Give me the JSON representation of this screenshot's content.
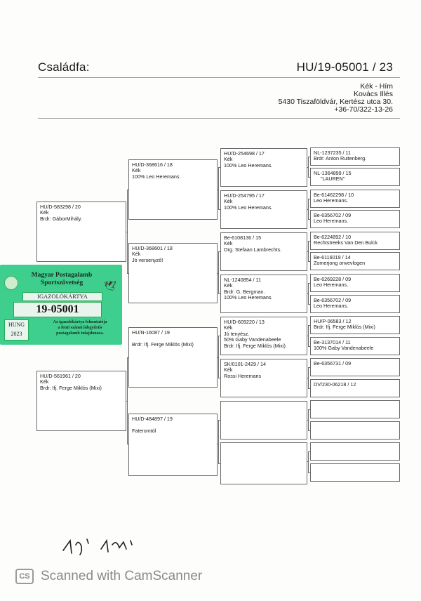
{
  "header": {
    "title": "Családfa:",
    "ring": "HU/19-05001 / 23"
  },
  "owner": {
    "line1": "Kék - Hím",
    "line2": "Kovács Illés",
    "line3": "5430 Tiszaföldvár, Kertész utca 30.",
    "line4": "+36-70/322-13-26"
  },
  "gen1": [
    {
      "lines": [
        "HU/D-583298 / 20",
        "Kék",
        "Brdr: GáborMihály."
      ]
    },
    {
      "lines": [
        "HU/D-561961 / 20",
        "Kék",
        "Brdr: Ifj. Ferge Miklós (Mixi)"
      ]
    }
  ],
  "gen2": [
    {
      "lines": [
        "HU/D-368616 / 18",
        "Kék",
        "100% Leo Heremans."
      ]
    },
    {
      "lines": [
        "HU/D-368601 / 18",
        "Kék",
        "Jó versenyző!"
      ]
    },
    {
      "lines": [
        "HU/N-16087 / 19",
        "",
        "Brdr: Ifj. Ferge Miklós (Mixi)"
      ]
    },
    {
      "lines": [
        "HU/D-484897 / 19",
        "",
        "Fateromtól"
      ]
    }
  ],
  "gen3": [
    {
      "lines": [
        "HU/D-254698 / 17",
        "Kék",
        "100% Leo Heremans."
      ]
    },
    {
      "lines": [
        "HU/D-254795 / 17",
        "Kék",
        "100% Leo Heremans."
      ]
    },
    {
      "lines": [
        "Be-6108136 / 15",
        "Kék",
        "Org. Stefaan Lambrechts."
      ]
    },
    {
      "lines": [
        "NL-1240854 / 11",
        "Kék",
        "Brdr: G. Bergman.",
        "100% Leo Heremans."
      ]
    },
    {
      "lines": [
        "HU/D-609220 / 13",
        "Kék",
        "Jó tenyész.",
        "50% Gaby Vandenabeele",
        "Brdr: Ifj. Ferge Miklós (Mixi)"
      ]
    },
    {
      "lines": [
        "SK/0101-2429 / 14",
        "Kék",
        "Rossi Heremans"
      ]
    },
    {
      "lines": []
    },
    {
      "lines": []
    }
  ],
  "gen4": [
    {
      "lines": [
        "NL-1237235 / 11",
        "Brdr: Anton Ruitenberg."
      ]
    },
    {
      "lines": [
        "NL-1364899 / 15",
        "\"LAUREN\""
      ]
    },
    {
      "lines": [
        "Be-61462298 / 10",
        "Leo Heremans."
      ]
    },
    {
      "lines": [
        "Be-6356702 / 09",
        "Leo Heremans."
      ]
    },
    {
      "lines": [
        "Be-6224892 / 10",
        "Rechtstreeks Van Den Bulck"
      ]
    },
    {
      "lines": [
        "Be-6116019 / 14",
        "Zomerjong onvevlogen"
      ]
    },
    {
      "lines": [
        "Be-6269228 / 09",
        "Leo Heremans."
      ]
    },
    {
      "lines": [
        "Be-6356702 / 09",
        "Leo Heremans."
      ]
    },
    {
      "lines": [
        "HU/P-06583 / 12",
        "Brdr: Ifj. Ferge Miklós (Mixi)"
      ]
    },
    {
      "lines": [
        "Be-3137014 / 11",
        "100% Gaby Vandenabeele"
      ]
    },
    {
      "lines": [
        "Be-6356731 / 09"
      ]
    },
    {
      "lines": [
        "DV/230-06218 / 12"
      ]
    },
    {
      "lines": []
    },
    {
      "lines": []
    },
    {
      "lines": []
    },
    {
      "lines": []
    }
  ],
  "card": {
    "title1": "Magyar Postagalamb",
    "title2": "Sportszövetség",
    "label": "IGAZOLÓKÁRTYA",
    "number": "19-05001",
    "country": "HUNG",
    "year": "2023",
    "text1": "Az igazolókártya felmutatója",
    "text2": "a fenti számú lábgyűrűs",
    "text3": "postagalamb tulajdonosa."
  },
  "signature": "hj' hi",
  "footer": {
    "logo": "CS",
    "text": "Scanned with CamScanner"
  },
  "colors": {
    "card_green": "#3ecf8e",
    "line": "#6a6a6a"
  }
}
